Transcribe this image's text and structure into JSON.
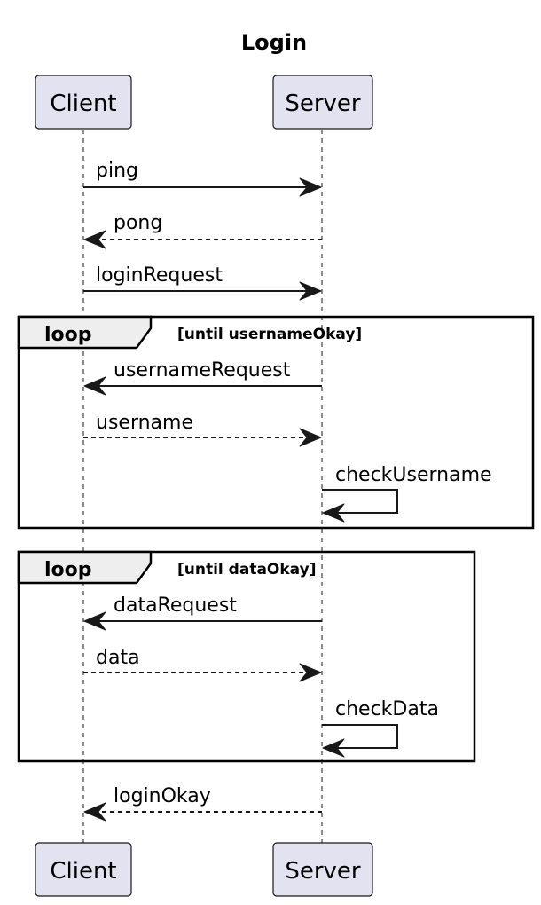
{
  "title": "Login",
  "participants": [
    {
      "id": "client",
      "label": "Client"
    },
    {
      "id": "server",
      "label": "Server"
    }
  ],
  "messages": [
    {
      "label": "ping",
      "from": "client",
      "to": "server",
      "style": "solid"
    },
    {
      "label": "pong",
      "from": "server",
      "to": "client",
      "style": "dashed"
    },
    {
      "label": "loginRequest",
      "from": "client",
      "to": "server",
      "style": "solid"
    },
    {
      "label": "usernameRequest",
      "from": "server",
      "to": "client",
      "style": "solid"
    },
    {
      "label": "username",
      "from": "client",
      "to": "server",
      "style": "dashed"
    },
    {
      "label": "checkUsername",
      "from": "server",
      "to": "server",
      "style": "solid"
    },
    {
      "label": "dataRequest",
      "from": "server",
      "to": "client",
      "style": "solid"
    },
    {
      "label": "data",
      "from": "client",
      "to": "server",
      "style": "dashed"
    },
    {
      "label": "checkData",
      "from": "server",
      "to": "server",
      "style": "solid"
    },
    {
      "label": "loginOkay",
      "from": "server",
      "to": "client",
      "style": "dashed"
    }
  ],
  "fragments": [
    {
      "keyword": "loop",
      "guard": "[until usernameOkay]"
    },
    {
      "keyword": "loop",
      "guard": "[until dataOkay]"
    }
  ],
  "colors": {
    "participant_fill": "#e2e2f0",
    "participant_border": "#181818",
    "line": "#181818",
    "frame_tab": "#eeeeee"
  }
}
